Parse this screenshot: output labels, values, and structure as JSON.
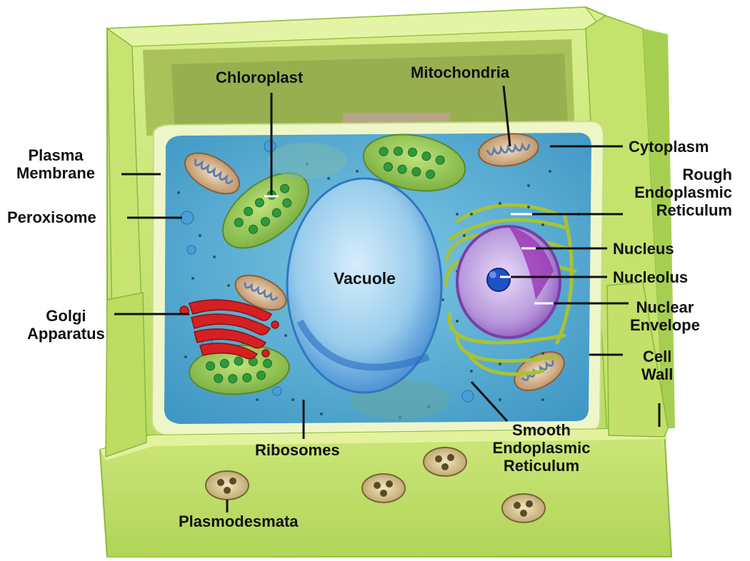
{
  "diagram": {
    "labels": {
      "chloroplast": [
        "Chloroplast"
      ],
      "mitochondria": [
        "Mitochondria"
      ],
      "plasma_membrane": [
        "Plasma",
        "Membrane"
      ],
      "cytoplasm": [
        "Cytoplasm"
      ],
      "rough_er": [
        "Rough",
        "Endoplasmic",
        "Reticulum"
      ],
      "peroxisome": [
        "Peroxisome"
      ],
      "nucleus": [
        "Nucleus"
      ],
      "vacuole": [
        "Vacuole"
      ],
      "nucleolus": [
        "Nucleolus"
      ],
      "golgi": [
        "Golgi",
        "Apparatus"
      ],
      "nuclear_envelope": [
        "Nuclear",
        "Envelope"
      ],
      "cell_wall": [
        "Cell",
        "Wall"
      ],
      "smooth_er": [
        "Smooth",
        "Endoplasmic",
        "Reticulum"
      ],
      "ribosomes": [
        "Ribosomes"
      ],
      "plasmodesmata": [
        "Plasmodesmata"
      ]
    },
    "colors": {
      "wall_light": "#d7ef8a",
      "wall_mid": "#b9dc5f",
      "wall_dark": "#8fbd3c",
      "cytoplasm": "#5fb3d6",
      "vacuole": "#9fd0ec",
      "chloroplast": "#9fcc55",
      "grana": "#2e9a3a",
      "mitochondria": "#d8b48a",
      "golgi": "#d42020",
      "nucleus": "#b07ad0",
      "nucleolus": "#2050c8",
      "rough_er": "#b7c83c",
      "pore": "#d6c79a",
      "leader": "#111111"
    }
  }
}
